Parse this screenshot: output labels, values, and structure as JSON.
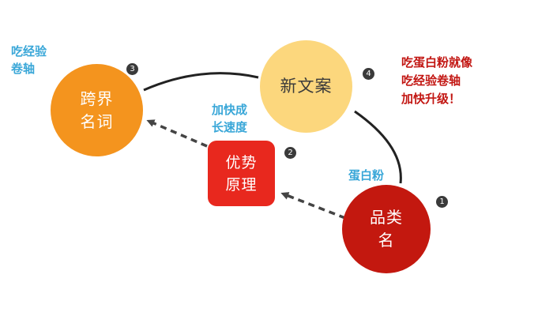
{
  "nodes": {
    "crossover_term": {
      "label": "跨界\n名词",
      "badge": "3",
      "color": "#f4941e"
    },
    "new_copy": {
      "label": "新文案",
      "badge": "4",
      "color": "#fcd77d",
      "text_color": "#3a3a3a"
    },
    "advantage_principle": {
      "label": "优势\n原理",
      "badge": "2",
      "color": "#e8281e"
    },
    "category_name": {
      "label": "品类\n名",
      "badge": "1",
      "color": "#c3180f"
    }
  },
  "annotations": {
    "scroll_label": "吃经验\n卷轴",
    "speed_up_label": "加快成\n长速度",
    "protein_label": "蛋白粉",
    "upgrade_note": "吃蛋白粉就像\n吃经验卷轴\n加快升级！"
  },
  "colors": {
    "annotation_blue": "#3aa7d8",
    "annotation_red": "#c21612",
    "link": "#222222"
  }
}
